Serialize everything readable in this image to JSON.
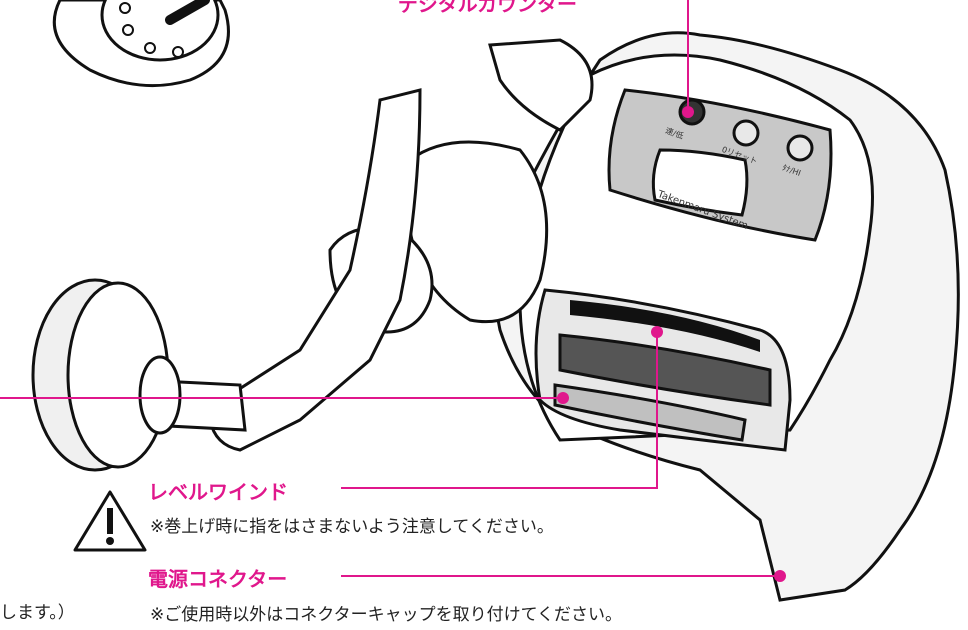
{
  "labels": {
    "counter": "デジタルカウンター",
    "levelwind": "レベルワインド",
    "connector": "電源コネクター"
  },
  "notes": {
    "levelwind_caution": "※巻上げ時に指をはさまないよう注意してください。",
    "connector_caution": "※ご使用時以外はコネクターキャップを取り付けてください。",
    "left_fragment": "します。）"
  },
  "panel": {
    "brand": "Takenmaru System",
    "button_left": "速/低",
    "button_middle": "0リセット",
    "button_right": "ﾀﾅ/HI"
  },
  "icons": [
    "warning-triangle-icon"
  ],
  "colors": {
    "accent": "#e0178c",
    "outline": "#111111",
    "panel": "#bdbdbd"
  }
}
